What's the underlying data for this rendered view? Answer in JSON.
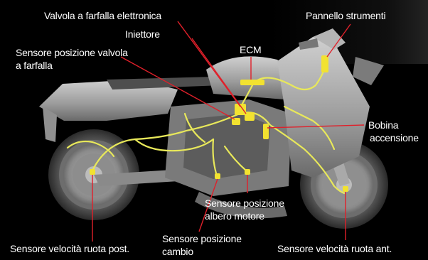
{
  "labels": {
    "throttle_valve": "Valvola a farfalla elettronica",
    "instrument_panel": "Pannello strumenti",
    "injector": "Iniettore",
    "throttle_sensor_line1": "Sensore posizione valvola",
    "throttle_sensor_line2": "a farfalla",
    "ecm": "ECM",
    "ignition_coil_line1": "Bobina",
    "ignition_coil_line2": "accensione",
    "crank_sensor_line1": "Sensore posizione",
    "crank_sensor_line2": "albero motore",
    "gear_sensor_line1": "Sensore posizione",
    "gear_sensor_line2": "cambio",
    "rear_speed_sensor": "Sensore velocità ruota post.",
    "front_speed_sensor": "Sensore velocità ruota ant."
  },
  "colors": {
    "background": "#000000",
    "bike": "#9a9a9a",
    "harness": "#e8e85a",
    "component": "#f2e230",
    "leader": "#e0202a",
    "text": "#ffffff"
  }
}
